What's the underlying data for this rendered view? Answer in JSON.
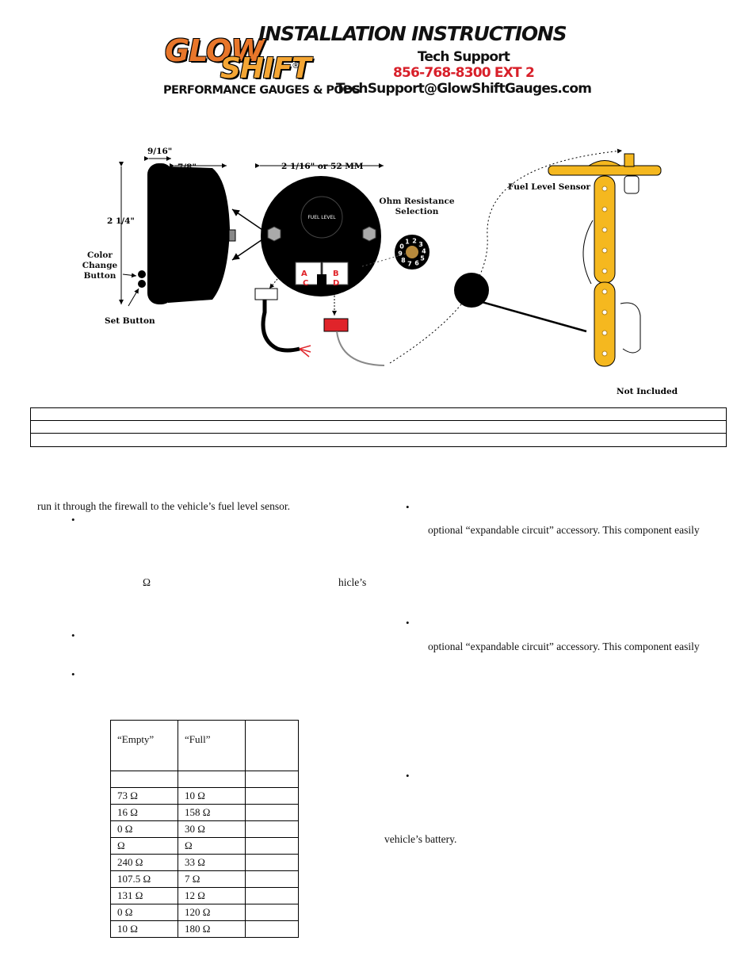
{
  "header": {
    "logo_glow": "GLOW",
    "logo_shift": "SHIFT",
    "logo_reg": "®",
    "logo_tagline": "PERFORMANCE GAUGES & PODS",
    "title": "INSTALLATION INSTRUCTIONS",
    "support_label": "Tech Support",
    "support_phone": "856-768-8300 EXT 2",
    "support_email": "TechSupport@GlowShiftGauges.com"
  },
  "diagram": {
    "dim_depth_front": "9/16\"",
    "dim_depth_body": "7/8\"",
    "dim_height": "2 1/4\"",
    "dim_diameter": "2 1/16\" or 52 MM",
    "color_change_button": "Color\nChange\nButton",
    "set_button": "Set Button",
    "gauge_face_label": "FUEL LEVEL",
    "ohm_selection": "Ohm Resistance\nSelection",
    "dial_digits": [
      "0",
      "1",
      "2",
      "3",
      "4",
      "5",
      "6",
      "7",
      "8",
      "9"
    ],
    "connector_a": "A",
    "connector_b": "B",
    "connector_c": "C",
    "connector_d": "D",
    "fuel_level_sensor": "Fuel Level Sensor",
    "not_included": "Not Included",
    "colors": {
      "gauge": "#000000",
      "sensor": "#f5b81f",
      "connector": "#e0242a"
    }
  },
  "body": {
    "left_line1": "run it through the firewall to the vehicle’s fuel level sensor.",
    "left_omega": "Ω",
    "left_fragment": "hicle’s",
    "right_optional_1": "optional “expandable circuit” accessory. This component easily",
    "right_optional_2": "optional “expandable circuit” accessory. This component easily",
    "right_battery": "vehicle’s battery.",
    "bullet": "•"
  },
  "resistance_table": {
    "header_empty": "“Empty”",
    "header_full": "“Full”",
    "rows": [
      {
        "empty": "73 Ω",
        "full": "10 Ω"
      },
      {
        "empty": "16 Ω",
        "full": "158 Ω"
      },
      {
        "empty": "0 Ω",
        "full": "30 Ω"
      },
      {
        "empty": "Ω",
        "full": "Ω"
      },
      {
        "empty": "240 Ω",
        "full": "33 Ω"
      },
      {
        "empty": "107.5 Ω",
        "full": "7 Ω"
      },
      {
        "empty": "131 Ω",
        "full": "12 Ω"
      },
      {
        "empty": "0 Ω",
        "full": "120 Ω"
      },
      {
        "empty": "10 Ω",
        "full": "180 Ω"
      }
    ]
  }
}
